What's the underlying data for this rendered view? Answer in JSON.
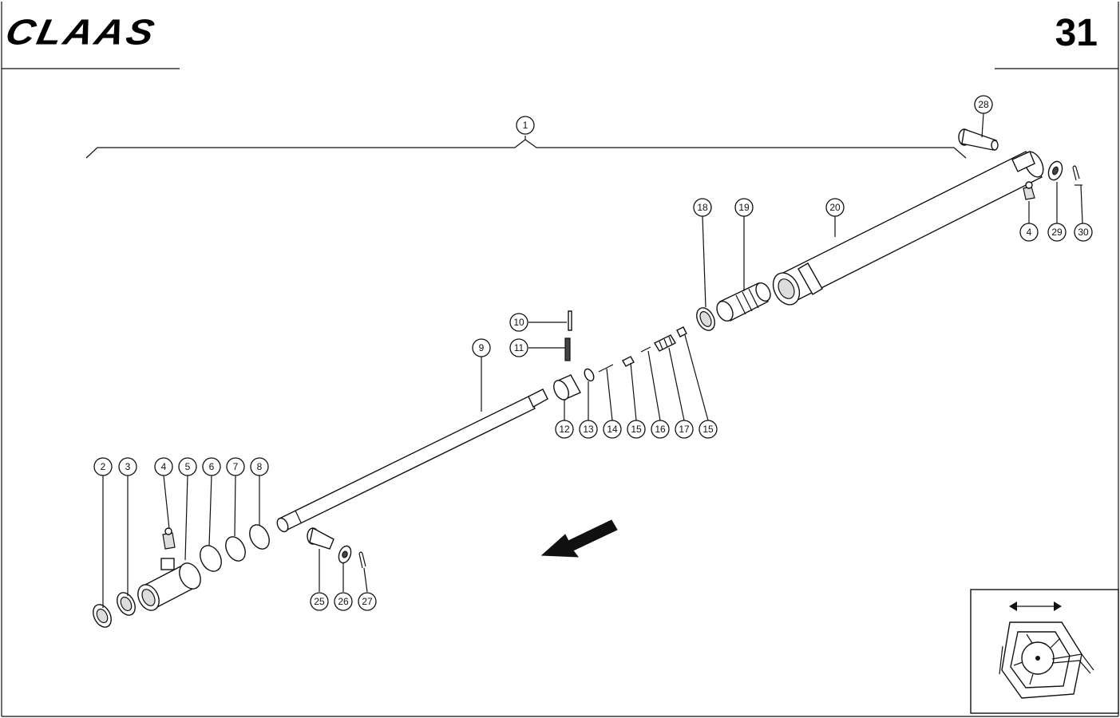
{
  "brand": {
    "logo_text": "CLAAS"
  },
  "page": {
    "number": "31"
  },
  "callouts": {
    "c1": "1",
    "c2": "2",
    "c3": "3",
    "c4a": "4",
    "c4b": "4",
    "c5": "5",
    "c6": "6",
    "c7": "7",
    "c8": "8",
    "c9": "9",
    "c10": "10",
    "c11": "11",
    "c12": "12",
    "c13": "13",
    "c14": "14",
    "c15a": "15",
    "c15b": "15",
    "c16": "16",
    "c17": "17",
    "c18": "18",
    "c19": "19",
    "c20": "20",
    "c25": "25",
    "c26": "26",
    "c27": "27",
    "c28": "28",
    "c29": "29",
    "c30": "30"
  },
  "icons": {
    "direction_arrow": "arrow-down-left-icon",
    "inset": "rotor-arrow-icon"
  }
}
